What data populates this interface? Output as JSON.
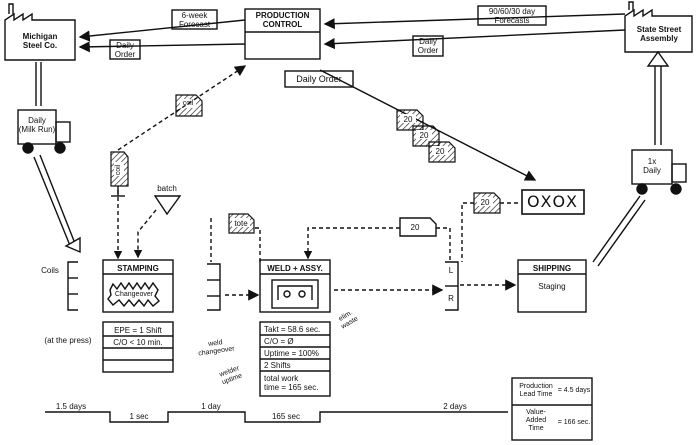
{
  "customer": {
    "name": "State Street\nAssembly"
  },
  "supplier": {
    "name": "Michigan\nSteel Co."
  },
  "production_control": {
    "title": "PRODUCTION\nCONTROL",
    "daily_order": "Daily Order"
  },
  "info_flows": {
    "forecast_to_supplier": "6-week\nForecast",
    "order_to_supplier": "Daily\nOrder",
    "forecast_from_customer": "90/60/30 day\nForecasts",
    "order_from_customer": "Daily\nOrder"
  },
  "trucks": {
    "supplier_truck": "Daily\n(Milk Run)",
    "customer_truck": "1x\nDaily"
  },
  "kanban": {
    "coil": "coil",
    "coil_post": "coil",
    "batch": "batch",
    "tote": "tote",
    "production_kanbans": [
      "20",
      "20",
      "20"
    ],
    "withdrawal": "20",
    "signal": "20",
    "load_leveling": "OXOX"
  },
  "supermarket": {
    "left": "L",
    "right": "R"
  },
  "inventory": {
    "coils": "Coils",
    "at_press": "(at the press)"
  },
  "processes": {
    "stamping": {
      "title": "STAMPING",
      "kaizen": "Changeover",
      "data": [
        "EPE = 1 Shift",
        "C/O < 10 min."
      ]
    },
    "weld": {
      "title": "WELD + ASSY.",
      "data": [
        "Takt = 58.6 sec.",
        "C/O = Ø",
        "Uptime = 100%",
        "2 Shifts",
        "total work\ntime = 165 sec."
      ],
      "kaizen": [
        "weld\nchangeover",
        "elim.\nwaste",
        "welder\nuptime"
      ]
    },
    "shipping": {
      "title": "SHIPPING",
      "subtitle": "Staging"
    }
  },
  "timeline": {
    "lead_times": [
      "1.5 days",
      "1 day",
      "2 days"
    ],
    "process_times": [
      "1 sec",
      "165 sec"
    ],
    "summary": {
      "lead_label": "Production\nLead Time",
      "lead_value": "= 4.5 days",
      "va_label": "Value-\nAdded\nTime",
      "va_value": "= 166 sec."
    }
  },
  "colors": {
    "ink": "#111111",
    "paper": "#ffffff"
  }
}
